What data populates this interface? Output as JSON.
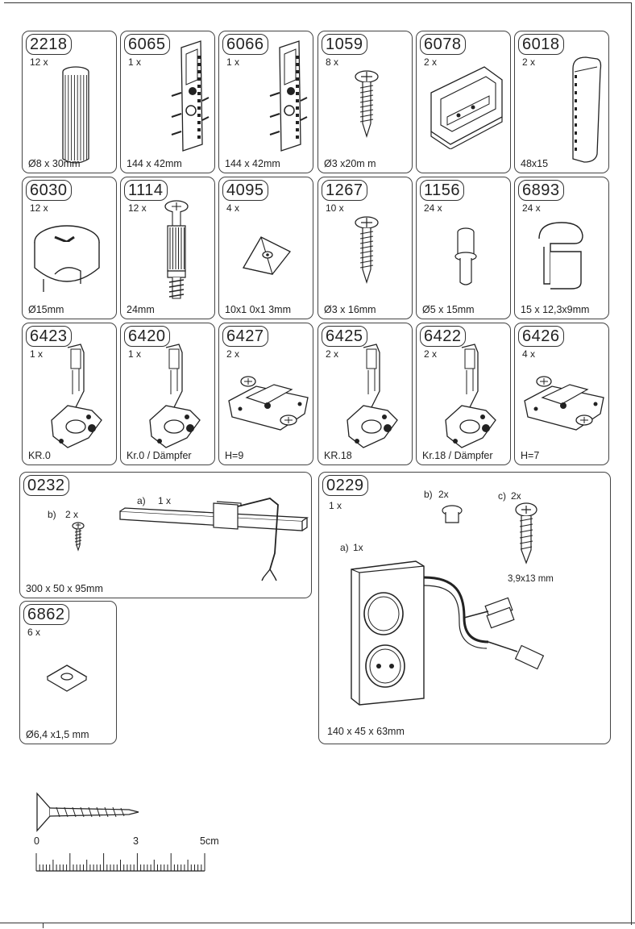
{
  "parts": [
    {
      "code": "2218",
      "qty": "12 x",
      "dim": "Ø8 x 30mm",
      "icon": "dowel-icon"
    },
    {
      "code": "6065",
      "qty": "1 x",
      "dim": "144 x 42mm",
      "icon": "shelf-support-bracket-icon"
    },
    {
      "code": "6066",
      "qty": "1 x",
      "dim": "144 x 42mm",
      "icon": "shelf-support-bracket-icon"
    },
    {
      "code": "1059",
      "qty": "8 x",
      "dim": "Ø3 x20m m",
      "icon": "screw-icon"
    },
    {
      "code": "6078",
      "qty": "2 x",
      "dim": "",
      "icon": "hanging-plate-icon"
    },
    {
      "code": "6018",
      "qty": "2 x",
      "dim": "48x15",
      "icon": "cover-cap-icon"
    },
    {
      "code": "6030",
      "qty": "12 x",
      "dim": "Ø15mm",
      "icon": "cam-lock-icon"
    },
    {
      "code": "1114",
      "qty": "12 x",
      "dim": "24mm",
      "icon": "cam-bolt-icon"
    },
    {
      "code": "4095",
      "qty": "4 x",
      "dim": "10x1 0x1 3mm",
      "icon": "corner-block-icon"
    },
    {
      "code": "1267",
      "qty": "10 x",
      "dim": "Ø3 x 16mm",
      "icon": "screw-icon"
    },
    {
      "code": "1156",
      "qty": "24 x",
      "dim": "Ø5 x 15mm",
      "icon": "shelf-pin-icon"
    },
    {
      "code": "6893",
      "qty": "24 x",
      "dim": "15 x 12,3x9mm",
      "icon": "glass-shelf-clip-icon"
    },
    {
      "code": "6423",
      "qty": "1 x",
      "dim": "KR.0",
      "icon": "hinge-icon"
    },
    {
      "code": "6420",
      "qty": "1 x",
      "dim": "Kr.0 / Dämpfer",
      "icon": "hinge-icon"
    },
    {
      "code": "6427",
      "qty": "2 x",
      "dim": "H=9",
      "icon": "mounting-plate-icon"
    },
    {
      "code": "6425",
      "qty": "2 x",
      "dim": "KR.18",
      "icon": "hinge-icon"
    },
    {
      "code": "6422",
      "qty": "2 x",
      "dim": "Kr.18 / Dämpfer",
      "icon": "hinge-icon"
    },
    {
      "code": "6426",
      "qty": "4 x",
      "dim": "H=7",
      "icon": "mounting-plate-icon"
    }
  ],
  "lamp": {
    "code": "0232",
    "a_label": "a)",
    "a_qty": "1 x",
    "b_label": "b)",
    "b_qty": "2 x",
    "dim": "300 x 50 x 95mm"
  },
  "socket": {
    "code": "0229",
    "b_label": "b)",
    "b_qty": "2x",
    "c_label": "c)",
    "c_qty": "2x",
    "c_dim": "3,9x13 mm",
    "a_label": "a)",
    "a_qty": "1x",
    "dim": "140 x 45 x 63mm"
  },
  "washer": {
    "code": "6862",
    "qty": "6 x",
    "dim": "Ø6,4 x1,5 mm"
  },
  "scale": {
    "tick_0": "0",
    "tick_3": "3",
    "tick_5": "5cm"
  }
}
